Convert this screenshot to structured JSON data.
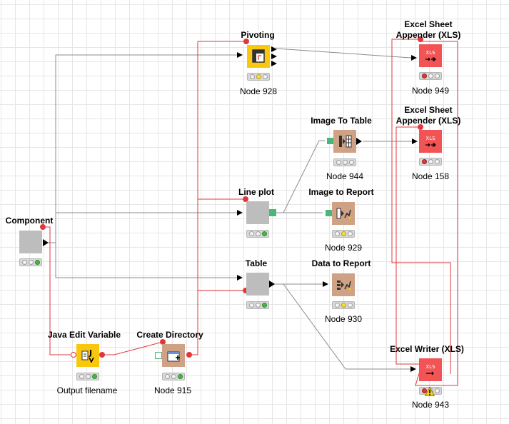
{
  "colors": {
    "connection": "#8c8c8c",
    "flow_variable": "#e0373b",
    "component": "#bdbdbd",
    "manipulator": "#f9c80e",
    "excel_io": "#f25455",
    "report": "#cfa185",
    "data_port": "#000000",
    "image_port": "#48b779"
  },
  "nodes": [
    {
      "id": "component",
      "title": "Component",
      "label": "",
      "status": [
        "off",
        "off",
        "green"
      ]
    },
    {
      "id": "pivoting",
      "title": "Pivoting",
      "label": "Node 928",
      "status": [
        "off",
        "off",
        "off"
      ]
    },
    {
      "id": "line-plot",
      "title": "Line plot",
      "label": "",
      "status": [
        "off",
        "off",
        "green"
      ]
    },
    {
      "id": "table",
      "title": "Table",
      "label": "",
      "status": [
        "off",
        "off",
        "green"
      ]
    },
    {
      "id": "image-to-table",
      "title": "Image To Table",
      "label": "Node 944",
      "status": [
        "off",
        "off",
        "off"
      ]
    },
    {
      "id": "image-to-report",
      "title": "Image to Report",
      "label": "Node 929",
      "status": [
        "off",
        "yellow",
        "off"
      ]
    },
    {
      "id": "data-to-report",
      "title": "Data to Report",
      "label": "Node 930",
      "status": [
        "off",
        "yellow",
        "off"
      ]
    },
    {
      "id": "excel-949",
      "title": "Excel Sheet Appender (XLS)",
      "title_lines": [
        "Excel Sheet",
        "Appender (XLS)"
      ],
      "label": "Node 949",
      "status": [
        "red",
        "off",
        "off"
      ],
      "icon_text": "XLS"
    },
    {
      "id": "excel-158",
      "title": "Excel Sheet Appender (XLS)",
      "title_lines": [
        "Excel Sheet",
        "Appender (XLS)"
      ],
      "label": "Node 158",
      "status": [
        "red",
        "off",
        "off"
      ],
      "icon_text": "XLS"
    },
    {
      "id": "excel-writer",
      "title": "Excel Writer (XLS)",
      "label": "Node 943",
      "status": [
        "red",
        "off",
        "off"
      ],
      "icon_text": "XLS",
      "warning": true
    },
    {
      "id": "java-edit-variable",
      "title": "Java Edit Variable",
      "label": "Output filename",
      "status": [
        "off",
        "off",
        "green"
      ],
      "icon_text": "J"
    },
    {
      "id": "create-directory",
      "title": "Create Directory",
      "label": "Node 915",
      "status": [
        "off",
        "off",
        "green"
      ]
    }
  ]
}
